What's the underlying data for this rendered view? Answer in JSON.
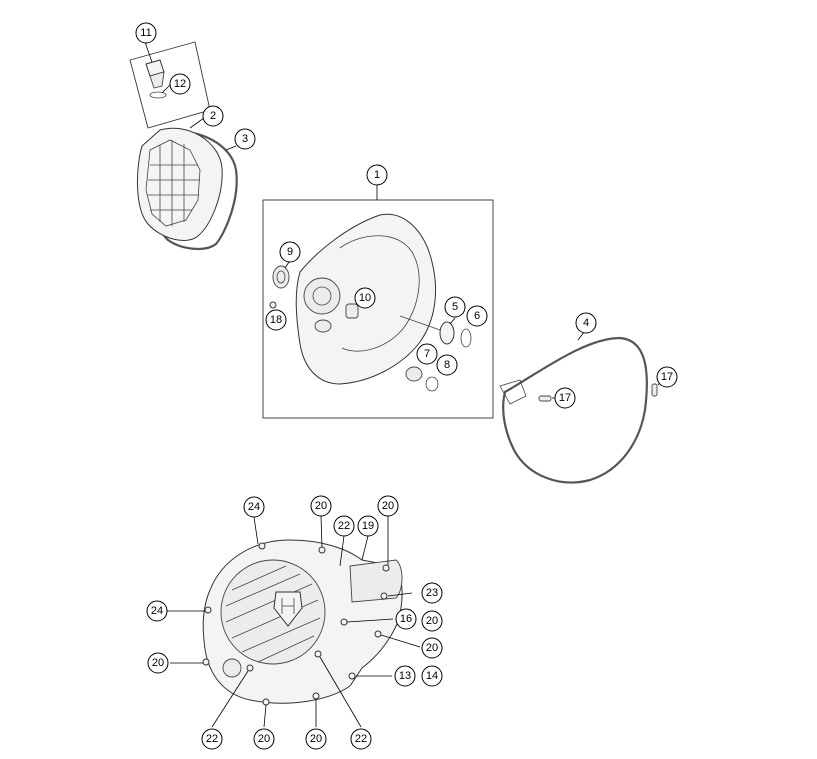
{
  "diagram": {
    "callouts": [
      {
        "id": "c11",
        "label": "11"
      },
      {
        "id": "c12",
        "label": "12"
      },
      {
        "id": "c2",
        "label": "2"
      },
      {
        "id": "c3",
        "label": "3"
      },
      {
        "id": "c1",
        "label": "1"
      },
      {
        "id": "c9",
        "label": "9"
      },
      {
        "id": "c10",
        "label": "10"
      },
      {
        "id": "c18",
        "label": "18"
      },
      {
        "id": "c5",
        "label": "5"
      },
      {
        "id": "c6",
        "label": "6"
      },
      {
        "id": "c7",
        "label": "7"
      },
      {
        "id": "c8",
        "label": "8"
      },
      {
        "id": "c4",
        "label": "4"
      },
      {
        "id": "c17a",
        "label": "17"
      },
      {
        "id": "c17b",
        "label": "17"
      },
      {
        "id": "c24a",
        "label": "24"
      },
      {
        "id": "c20a",
        "label": "20"
      },
      {
        "id": "c20b",
        "label": "20"
      },
      {
        "id": "c22a",
        "label": "22"
      },
      {
        "id": "c19",
        "label": "19"
      },
      {
        "id": "c23",
        "label": "23"
      },
      {
        "id": "c24b",
        "label": "24"
      },
      {
        "id": "c16",
        "label": "16"
      },
      {
        "id": "c20c",
        "label": "20"
      },
      {
        "id": "c20d",
        "label": "20"
      },
      {
        "id": "c20e",
        "label": "20"
      },
      {
        "id": "c13",
        "label": "13"
      },
      {
        "id": "c14",
        "label": "14"
      },
      {
        "id": "c22b",
        "label": "22"
      },
      {
        "id": "c20f",
        "label": "20"
      },
      {
        "id": "c20g",
        "label": "20"
      },
      {
        "id": "c22c",
        "label": "22"
      }
    ]
  }
}
